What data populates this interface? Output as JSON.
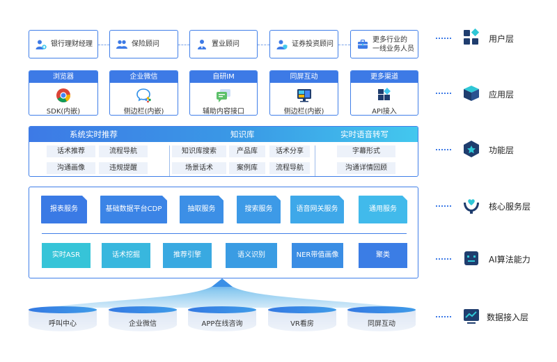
{
  "user_layer": {
    "items": [
      {
        "label": "银行理财经理",
        "icon": "user-plus-icon"
      },
      {
        "label": "保险顾问",
        "icon": "users-icon"
      },
      {
        "label": "置业顾问",
        "icon": "agent-icon"
      },
      {
        "label": "证券投资顾问",
        "icon": "user-shield-icon"
      },
      {
        "label_lines": [
          "更多行业的",
          "一线业务人员"
        ],
        "icon": "briefcase-icon"
      }
    ]
  },
  "app_layer": {
    "items": [
      {
        "header": "浏览器",
        "label": "SDK(内嵌)",
        "icon": "chrome-icon"
      },
      {
        "header": "企业微信",
        "label": "侧边栏(内嵌)",
        "icon": "wecom-icon"
      },
      {
        "header": "自研IM",
        "label": "辅助内容接口",
        "icon": "chat-icon"
      },
      {
        "header": "同屏互动",
        "label": "侧边栏(内嵌)",
        "icon": "screen-icon"
      },
      {
        "header": "更多渠道",
        "label": "API接入",
        "icon": "api-icon"
      }
    ]
  },
  "function_layer": {
    "headers": [
      "系统实时推荐",
      "知识库",
      "实时语音转写"
    ],
    "chips": [
      "话术推荐",
      "流程导航",
      "沟通画像",
      "违规提醒",
      "知识库搜索",
      "产品库",
      "话术分享",
      "场景话术",
      "案例库",
      "流程导航",
      "字幕形式",
      "沟通详情回顾"
    ]
  },
  "core_services": [
    "报表服务",
    "基础数据平台CDP",
    "抽取服务",
    "搜索服务",
    "语音网关服务",
    "通用服务"
  ],
  "ai_capabilities": [
    "实时ASR",
    "话术挖掘",
    "推荐引擎",
    "语义识别",
    "NER带值画像",
    "聚类"
  ],
  "data_sources": [
    "呼叫中心",
    "企业微信",
    "APP在线咨询",
    "VR看房",
    "同屏互动"
  ],
  "legend": [
    {
      "label": "用户层",
      "icon": "grid-icon"
    },
    {
      "label": "应用层",
      "icon": "cube-icon"
    },
    {
      "label": "功能层",
      "icon": "star-badge-icon"
    },
    {
      "label": "核心服务层",
      "icon": "heart-hand-icon"
    },
    {
      "label": "AI算法能力",
      "icon": "robot-icon"
    },
    {
      "label": "数据接入层",
      "icon": "monitor-chart-icon"
    }
  ],
  "colors": {
    "primary": "#3d7ae6",
    "cyan": "#43c8ee",
    "chip_bg": "#edf2fa",
    "teal": "#2fc7d6",
    "dark_navy": "#1f3d6e"
  }
}
